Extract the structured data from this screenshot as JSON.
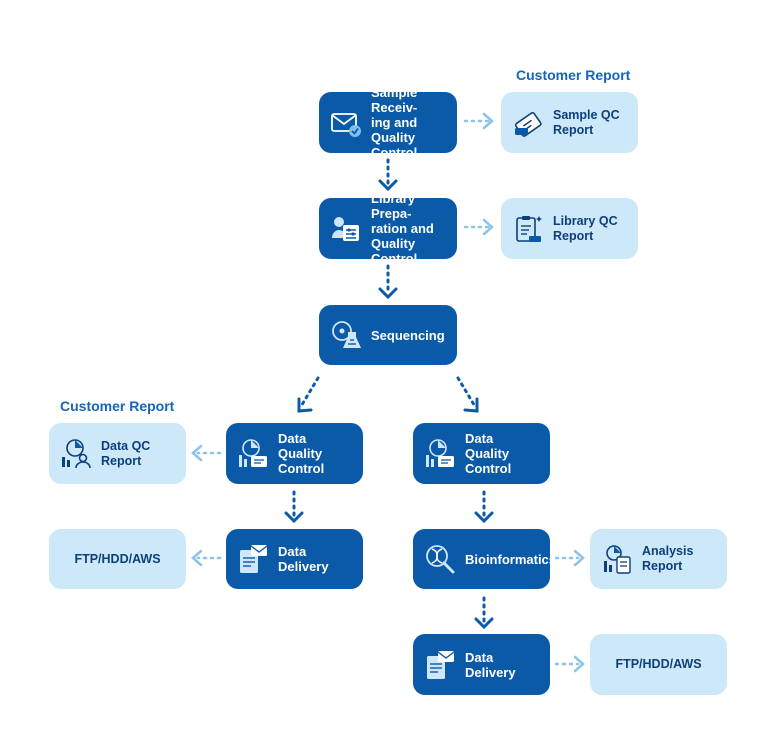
{
  "customer_report_top": "Customer Report",
  "customer_report_left": "Customer Report",
  "nodes": {
    "sample_receiving": "Sample Receiv-\ning and Quality\nControl",
    "sample_qc_report": "Sample QC\nReport",
    "library_prep": "Library Prepa-\nration and\nQuality Control",
    "library_qc_report": "Library QC\nReport",
    "sequencing": "Sequencing",
    "dqc_left": "Data Quality\nControl",
    "dqc_right": "Data Quality\nControl",
    "data_qc_report": "Data QC\nReport",
    "data_delivery_left": "Data\nDelivery",
    "delivery_target_left": "FTP/HDD/AWS",
    "bioinformatics": "Bioinformatics",
    "analysis_report": "Analysis\nReport",
    "data_delivery_right": "Data\nDelivery",
    "delivery_target_right": "FTP/HDD/AWS"
  },
  "colors": {
    "dark_box": "#0a5aa8",
    "light_box": "#cde8f8",
    "dark_arrow": "#0a5aa8",
    "light_arrow": "#8dc3ea",
    "title": "#1565b8"
  },
  "icons": {
    "sample_receiving": "envelope-check-icon",
    "sample_qc_report": "ticket-report-icon",
    "library_prep": "people-settings-icon",
    "library_qc_report": "clipboard-icon",
    "sequencing": "sequencer-flask-icon",
    "dqc_left": "chart-document-icon",
    "dqc_right": "chart-document-icon",
    "data_qc_report": "chart-person-icon",
    "data_delivery_left": "email-document-icon",
    "bioinformatics": "dna-magnifier-icon",
    "analysis_report": "analysis-report-icon",
    "data_delivery_right": "email-document-icon"
  }
}
